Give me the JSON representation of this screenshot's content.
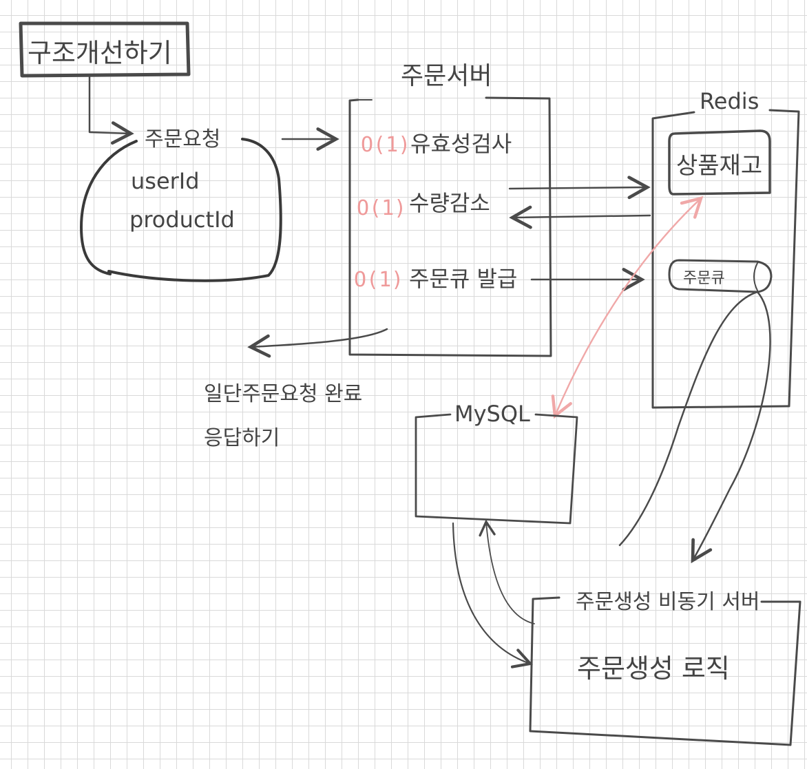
{
  "title": "구조개선하기",
  "request": {
    "label": "주문요청",
    "fields": [
      "userId",
      "productId"
    ]
  },
  "order_server": {
    "label": "주문서버",
    "steps": [
      {
        "complexity": "O(1)",
        "label": "유효성검사"
      },
      {
        "complexity": "O(1)",
        "label": "수량감소"
      },
      {
        "complexity": "O(1)",
        "label": "주문큐 발급"
      }
    ]
  },
  "response_note": {
    "line1": "일단주문요청 완료",
    "line2": "응답하기"
  },
  "redis": {
    "label": "Redis",
    "stock": "상품재고",
    "queue": "주문큐"
  },
  "mysql": {
    "label": "MySQL"
  },
  "async_server": {
    "label": "주문생성 비동기 서버",
    "logic": "주문생성 로직"
  },
  "colors": {
    "ink": "#4a4a4a",
    "complexity": "#ef9a9a",
    "highlight_arrow": "#f0a8a8"
  }
}
